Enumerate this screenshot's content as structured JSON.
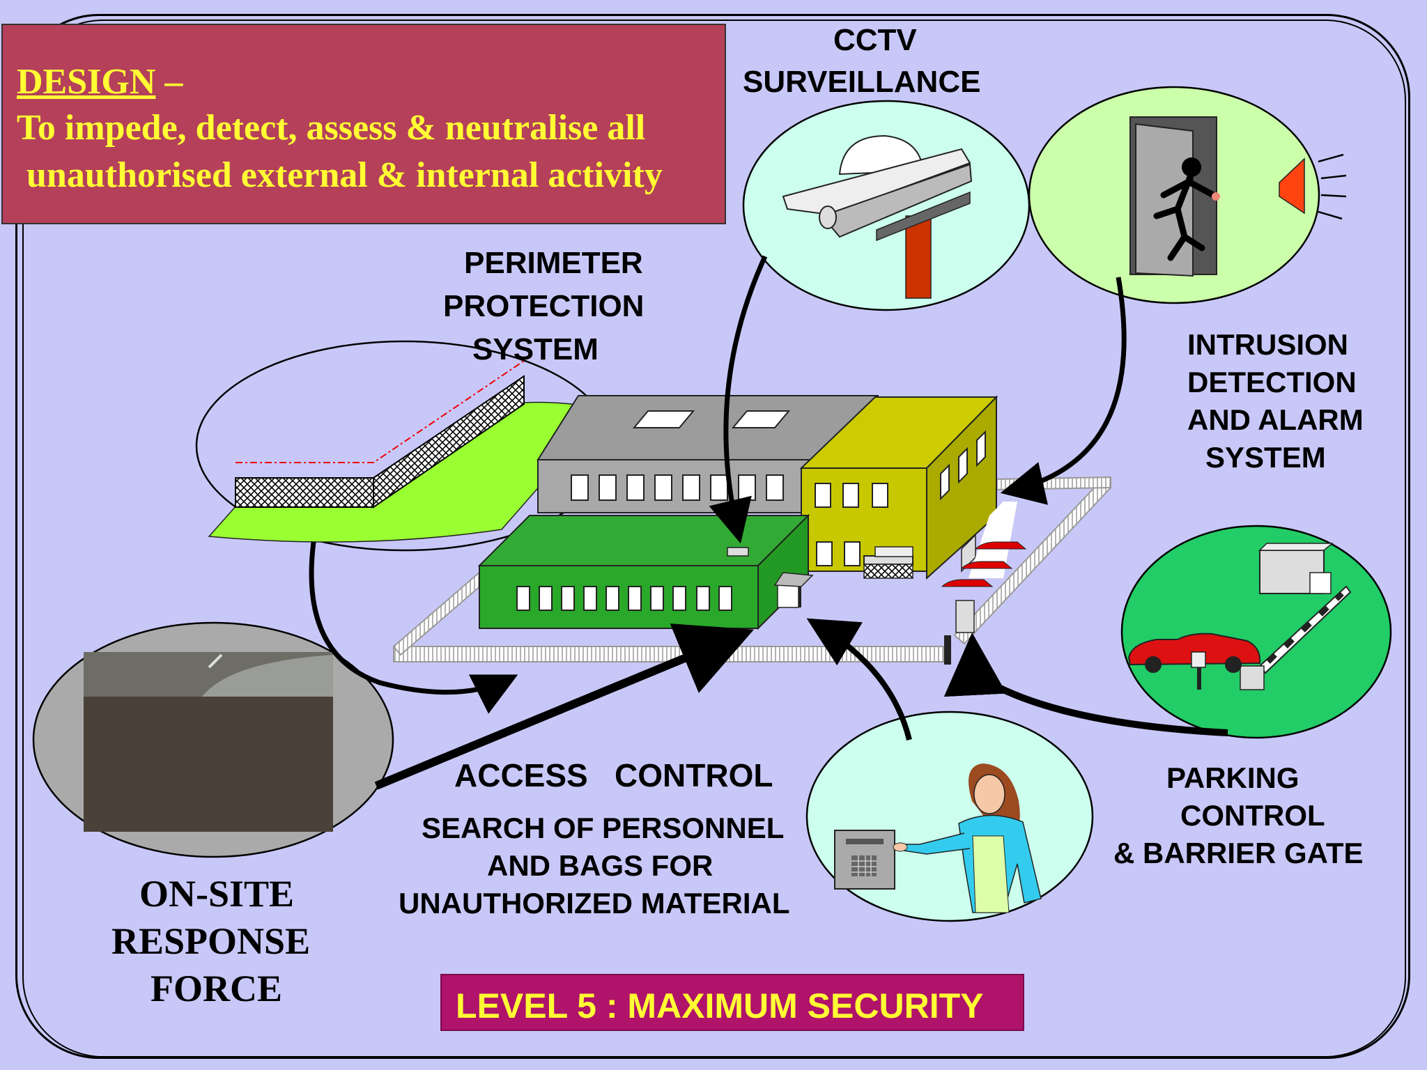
{
  "design": {
    "heading": "DESIGN",
    "dash": " –",
    "line1": "To impede, detect, assess & neutralise all",
    "line2": "unauthorised external & internal activity"
  },
  "labels": {
    "cctv": [
      "CCTV",
      "SURVEILLANCE"
    ],
    "perimeter": [
      "PERIMETER",
      "PROTECTION",
      "SYSTEM"
    ],
    "intrusion": [
      "INTRUSION",
      "DETECTION",
      "AND ALARM",
      "SYSTEM"
    ],
    "parking": [
      "PARKING",
      "CONTROL",
      "& BARRIER GATE"
    ],
    "access_title": "ACCESS   CONTROL",
    "access_desc": [
      "SEARCH OF PERSONNEL",
      "AND BAGS FOR",
      "UNAUTHORIZED MATERIAL"
    ],
    "response": [
      "ON-SITE",
      "RESPONSE",
      "FORCE"
    ]
  },
  "level": "LEVEL 5 : MAXIMUM SECURITY",
  "colors": {
    "background": "#c8c8f8",
    "design_box": "#b5405a",
    "accent_yellow": "#ffff33",
    "level_box": "#b0136a",
    "building_green": "#2aa82a",
    "building_grey": "#a8a8a8",
    "building_yellow": "#c8c800",
    "lawn": "#99ff33",
    "circle_cyan": "#ccffee",
    "circle_lightgreen": "#ccffaa",
    "circle_green": "#22cc66",
    "circle_grey": "#aaaaaa"
  },
  "icons": [
    "cctv-camera-icon",
    "intruder-door-icon",
    "alarm-speaker-icon",
    "barrier-gate-icon",
    "keypad-icon",
    "red-car-icon",
    "fence-icon"
  ]
}
